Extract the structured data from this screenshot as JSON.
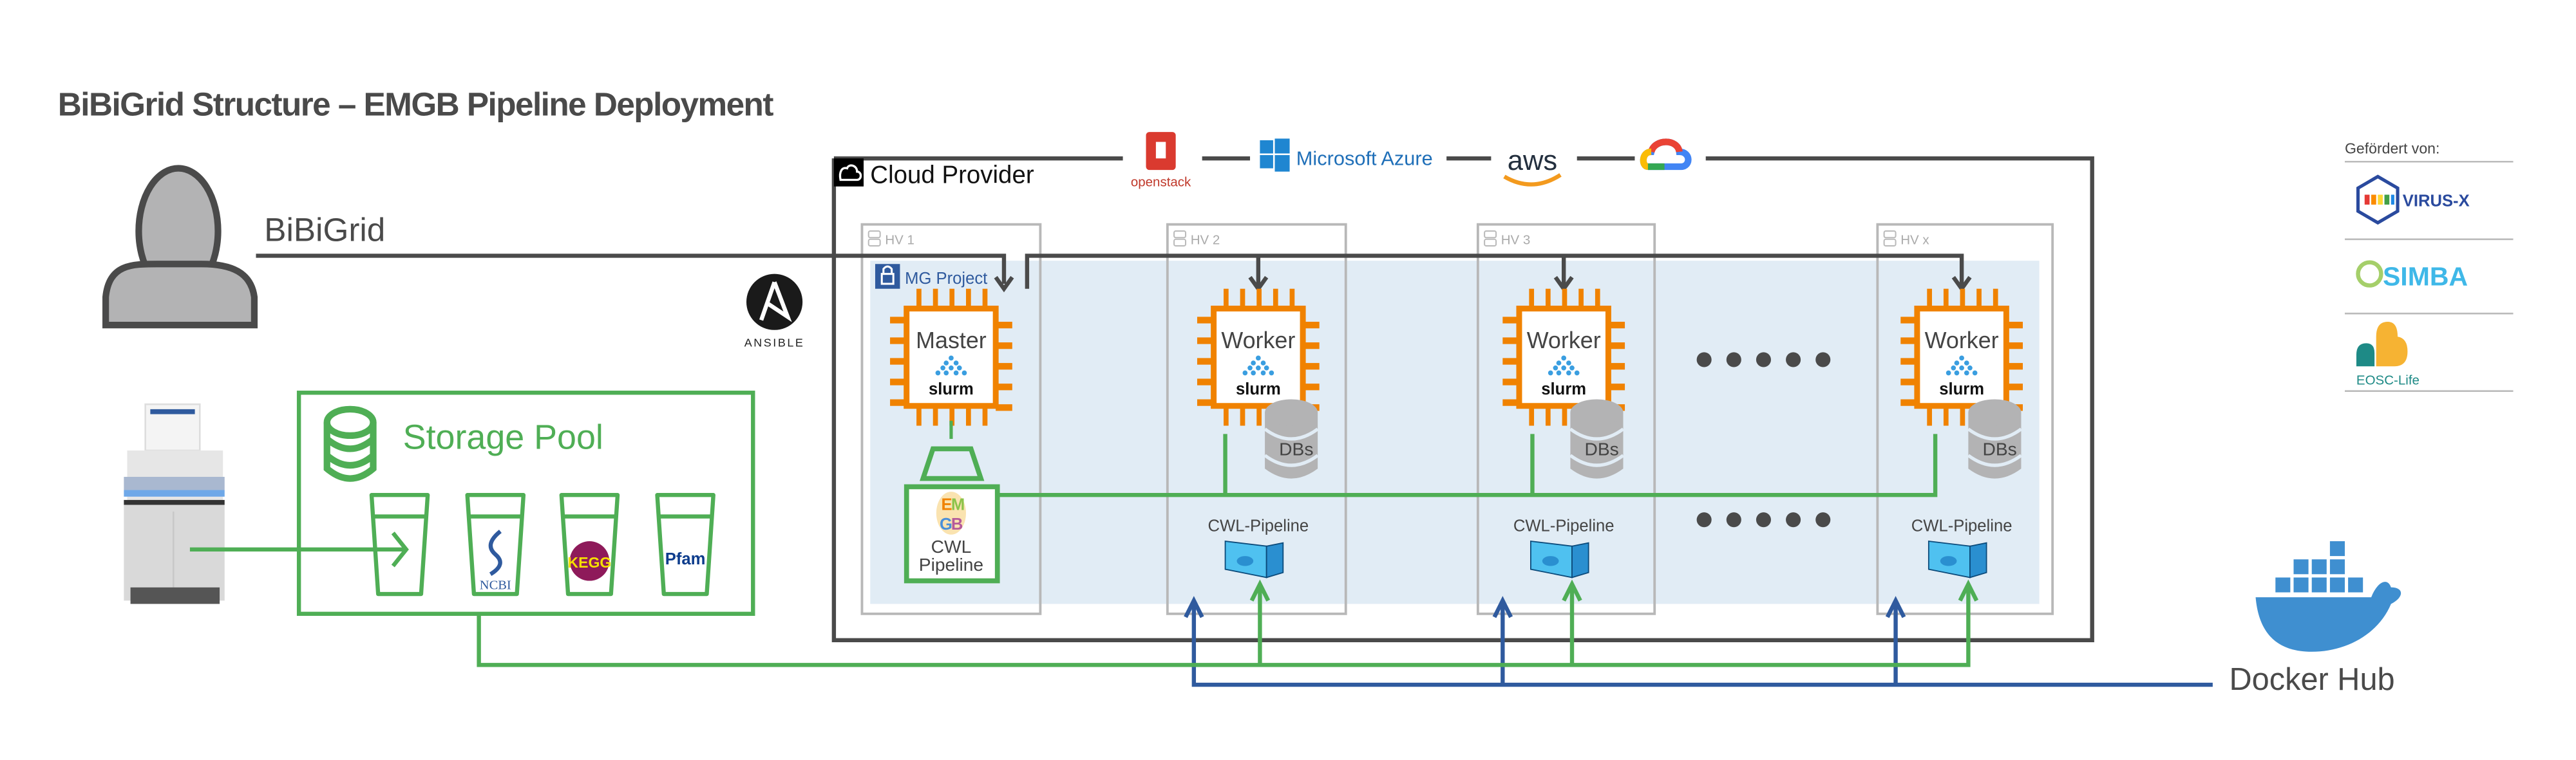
{
  "title": "BiBiGrid Structure – EMGB Pipeline Deployment",
  "user": {
    "label": "BiBiGrid"
  },
  "ansible": {
    "label": "ANSIBLE"
  },
  "cloud": {
    "label": "Cloud Provider",
    "providers": {
      "openstack": "openstack",
      "azure": "Microsoft Azure",
      "aws": "aws",
      "google": "google-cloud-icon"
    }
  },
  "project": {
    "label": "MG Project"
  },
  "hypervisors": [
    {
      "label": "HV 1",
      "node": "Master"
    },
    {
      "label": "HV 2",
      "node": "Worker",
      "db": "DBs",
      "pipeline": "CWL-Pipeline"
    },
    {
      "label": "HV 3",
      "node": "Worker",
      "db": "DBs",
      "pipeline": "CWL-Pipeline"
    },
    {
      "label": "HV x",
      "node": "Worker",
      "db": "DBs",
      "pipeline": "CWL-Pipeline"
    }
  ],
  "slurm": "slurm",
  "master_pipeline": {
    "line1": "CWL",
    "line2": "Pipeline",
    "logo": "EMGB"
  },
  "storage": {
    "label": "Storage Pool",
    "databases": [
      "NCBI",
      "KEGG",
      "Pfam"
    ]
  },
  "docker_hub": {
    "label": "Docker Hub"
  },
  "funding": {
    "label": "Gefördert von:",
    "sponsors": [
      "VIRUS-X",
      "SIMBA",
      "EOSC-Life"
    ]
  },
  "colors": {
    "green": "#4fae55",
    "orange": "#f08200",
    "blue_line": "#2f5a9e",
    "dark": "#4a4a4a",
    "cluster_bg": "#e1ecf5",
    "hv_border": "#b8b8b8",
    "docker": "#3f8fd0"
  }
}
